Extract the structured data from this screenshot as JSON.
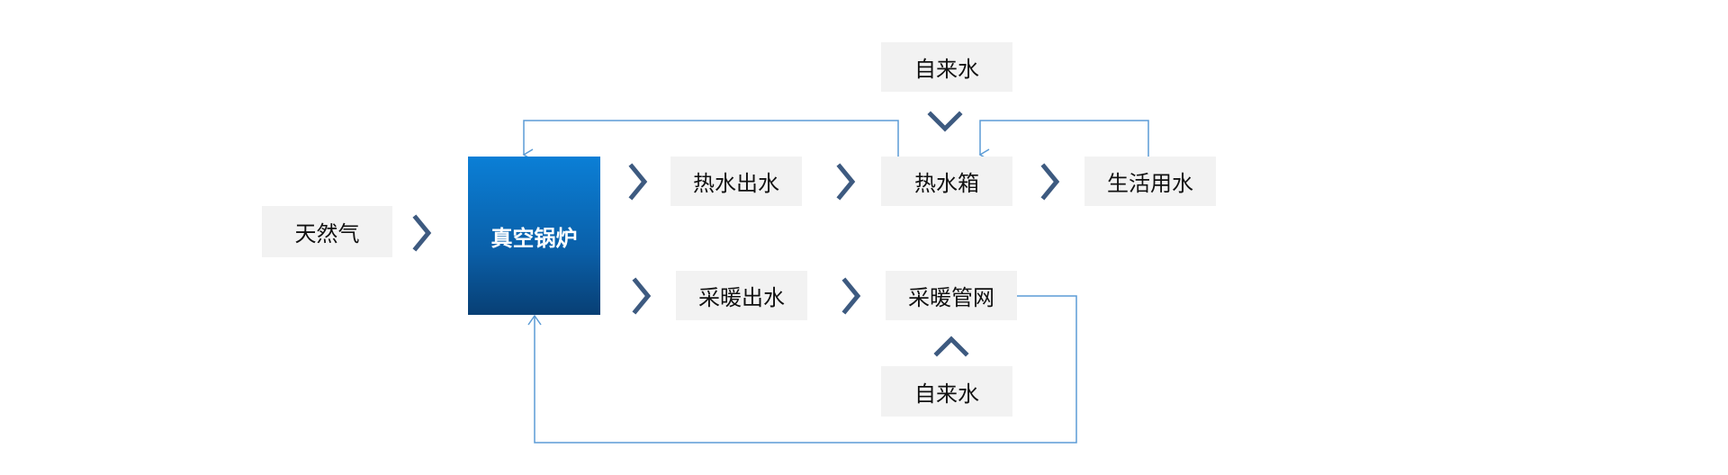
{
  "diagram": {
    "nodes": {
      "natural_gas": "天然气",
      "vacuum_boiler": "真空锅炉",
      "hot_water_out": "热水出水",
      "hot_water_tank": "热水箱",
      "domestic_water": "生活用水",
      "tap_water_top": "自来水",
      "heating_out": "采暖出水",
      "heating_network": "采暖管网",
      "tap_water_bottom": "自来水"
    },
    "colors": {
      "box_bg": "#f2f2f2",
      "chevron": "#3d5a80",
      "line": "#5b9bd5",
      "boiler_top": "#0b7fd6",
      "boiler_bottom": "#083f74"
    }
  }
}
